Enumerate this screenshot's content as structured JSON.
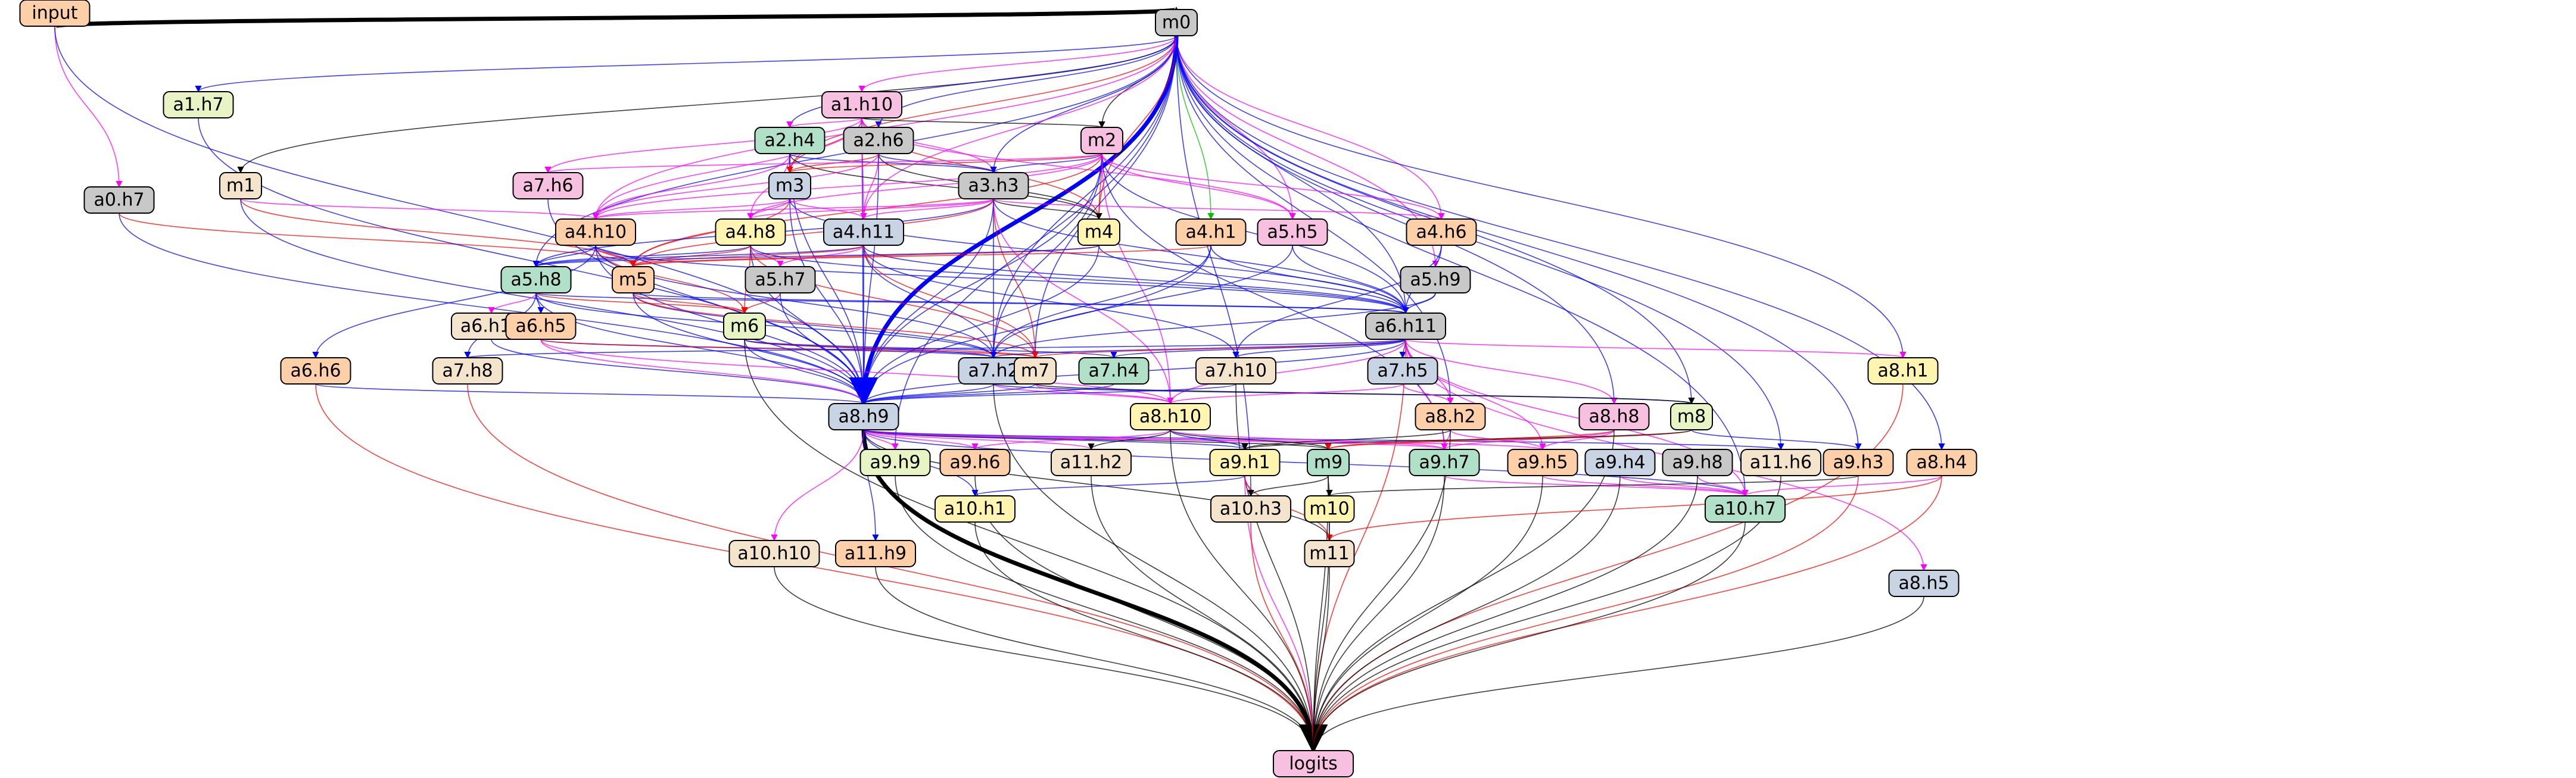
{
  "nodes": [
    {
      "id": "input",
      "label": "input",
      "color": "#ffcfa8"
    },
    {
      "id": "m0",
      "label": "m0",
      "color": "#c8c8c8"
    },
    {
      "id": "a0h7",
      "label": "a0.h7",
      "color": "#c8c8c8"
    },
    {
      "id": "a1h7",
      "label": "a1.h7",
      "color": "#e8f4c4"
    },
    {
      "id": "a1h10",
      "label": "a1.h10",
      "color": "#f8c0e0"
    },
    {
      "id": "m1",
      "label": "m1",
      "color": "#f4e4cc"
    },
    {
      "id": "a2h4",
      "label": "a2.h4",
      "color": "#b0e0c8"
    },
    {
      "id": "a2h6",
      "label": "a2.h6",
      "color": "#c8c8c8"
    },
    {
      "id": "m2",
      "label": "m2",
      "color": "#f8c0e0"
    },
    {
      "id": "m3",
      "label": "m3",
      "color": "#c8d4e4"
    },
    {
      "id": "a3h3",
      "label": "a3.h3",
      "color": "#c8c8c8"
    },
    {
      "id": "a7h6",
      "label": "a7.h6",
      "color": "#f8c0e0"
    },
    {
      "id": "a4h10",
      "label": "a4.h10",
      "color": "#ffcfa8"
    },
    {
      "id": "a4h8",
      "label": "a4.h8",
      "color": "#fff4b0"
    },
    {
      "id": "a4h11",
      "label": "a4.h11",
      "color": "#c8d4e4"
    },
    {
      "id": "m4",
      "label": "m4",
      "color": "#fff4b0"
    },
    {
      "id": "a4h1",
      "label": "a4.h1",
      "color": "#ffcfa8"
    },
    {
      "id": "a5h5",
      "label": "a5.h5",
      "color": "#f8c0e0"
    },
    {
      "id": "a4h6",
      "label": "a4.h6",
      "color": "#ffcfa8"
    },
    {
      "id": "a5h8",
      "label": "a5.h8",
      "color": "#b0e0c8"
    },
    {
      "id": "m5",
      "label": "m5",
      "color": "#ffcfa8"
    },
    {
      "id": "a5h7",
      "label": "a5.h7",
      "color": "#c8c8c8"
    },
    {
      "id": "a5h9",
      "label": "a5.h9",
      "color": "#c8c8c8"
    },
    {
      "id": "a6h10",
      "label": "a6.h10",
      "color": "#f4e4cc"
    },
    {
      "id": "a6h5",
      "label": "a6.h5",
      "color": "#ffcfa8"
    },
    {
      "id": "m6",
      "label": "m6",
      "color": "#e8f4c4"
    },
    {
      "id": "a6h11",
      "label": "a6.h11",
      "color": "#c8c8c8"
    },
    {
      "id": "a6h6",
      "label": "a6.h6",
      "color": "#ffcfa8"
    },
    {
      "id": "a7h8",
      "label": "a7.h8",
      "color": "#f4e4cc"
    },
    {
      "id": "a7h2",
      "label": "a7.h2",
      "color": "#c8d4e4"
    },
    {
      "id": "m7",
      "label": "m7",
      "color": "#f4e4cc"
    },
    {
      "id": "a7h4",
      "label": "a7.h4",
      "color": "#b0e0c8"
    },
    {
      "id": "a7h5",
      "label": "a7.h5",
      "color": "#c8d4e4"
    },
    {
      "id": "a7h10",
      "label": "a7.h10",
      "color": "#f4e4cc"
    },
    {
      "id": "a8h1",
      "label": "a8.h1",
      "color": "#fff4b0"
    },
    {
      "id": "a8h9",
      "label": "a8.h9",
      "color": "#c8d4e4"
    },
    {
      "id": "a8h10",
      "label": "a8.h10",
      "color": "#fff4b0"
    },
    {
      "id": "a8h2",
      "label": "a8.h2",
      "color": "#ffcfa8"
    },
    {
      "id": "a8h8",
      "label": "a8.h8",
      "color": "#f8c0e0"
    },
    {
      "id": "m8",
      "label": "m8",
      "color": "#e8f4c4"
    },
    {
      "id": "a9h9",
      "label": "a9.h9",
      "color": "#e8f4c4"
    },
    {
      "id": "a9h6",
      "label": "a9.h6",
      "color": "#ffcfa8"
    },
    {
      "id": "a11h2",
      "label": "a11.h2",
      "color": "#f4e4cc"
    },
    {
      "id": "a9h1",
      "label": "a9.h1",
      "color": "#fff4b0"
    },
    {
      "id": "m9",
      "label": "m9",
      "color": "#b0e0c8"
    },
    {
      "id": "a9h7",
      "label": "a9.h7",
      "color": "#b0e0c8"
    },
    {
      "id": "a9h5",
      "label": "a9.h5",
      "color": "#ffcfa8"
    },
    {
      "id": "a9h4",
      "label": "a9.h4",
      "color": "#c8d4e4"
    },
    {
      "id": "a9h8",
      "label": "a9.h8",
      "color": "#c8c8c8"
    },
    {
      "id": "a11h6",
      "label": "a11.h6",
      "color": "#f4e4cc"
    },
    {
      "id": "a9h3",
      "label": "a9.h3",
      "color": "#ffcfa8"
    },
    {
      "id": "a8h4",
      "label": "a8.h4",
      "color": "#ffcfa8"
    },
    {
      "id": "a10h1",
      "label": "a10.h1",
      "color": "#fff4b0"
    },
    {
      "id": "a10h3",
      "label": "a10.h3",
      "color": "#f4e4cc"
    },
    {
      "id": "m10",
      "label": "m10",
      "color": "#fff4b0"
    },
    {
      "id": "a10h7",
      "label": "a10.h7",
      "color": "#b0e0c8"
    },
    {
      "id": "a10h10",
      "label": "a10.h10",
      "color": "#f4e4cc"
    },
    {
      "id": "a11h9",
      "label": "a11.h9",
      "color": "#ffcfa8"
    },
    {
      "id": "m11",
      "label": "m11",
      "color": "#f4e4cc"
    },
    {
      "id": "a8h5",
      "label": "a8.h5",
      "color": "#c8d4e4"
    },
    {
      "id": "logits",
      "label": "logits",
      "color": "#f8c0e0"
    }
  ],
  "edges": [
    [
      "input",
      "m0",
      "#000000"
    ],
    [
      "input",
      "a0h7",
      "#ff00ff"
    ],
    [
      "input",
      "a8h9",
      "#0000ff"
    ],
    [
      "m0",
      "a8h9",
      "#0000ff"
    ],
    [
      "m0",
      "a1h7",
      "#0000ff"
    ],
    [
      "m0",
      "a1h10",
      "#ff00ff"
    ],
    [
      "m0",
      "m1",
      "#000000"
    ],
    [
      "m0",
      "a2h4",
      "#0000ff"
    ],
    [
      "m0",
      "a2h6",
      "#0000ff"
    ],
    [
      "m0",
      "m2",
      "#000000"
    ],
    [
      "m0",
      "m3",
      "#ff0000"
    ],
    [
      "m0",
      "a3h3",
      "#0000ff"
    ],
    [
      "m0",
      "m4",
      "#ff0000"
    ],
    [
      "m0",
      "a4h1",
      "#00c000"
    ],
    [
      "m0",
      "a5h5",
      "#ff00ff"
    ],
    [
      "m0",
      "a4h6",
      "#ff00ff"
    ],
    [
      "m0",
      "a5h9",
      "#ff00ff"
    ],
    [
      "m0",
      "a6h11",
      "#0000ff"
    ],
    [
      "m0",
      "a7h2",
      "#0000ff"
    ],
    [
      "m0",
      "a8h1",
      "#0000ff"
    ],
    [
      "m0",
      "m8",
      "#0000ff"
    ],
    [
      "m0",
      "a8h2",
      "#0000ff"
    ],
    [
      "m0",
      "a8h8",
      "#0000ff"
    ],
    [
      "m0",
      "a9h3",
      "#0000ff"
    ],
    [
      "m0",
      "a8h4",
      "#0000ff"
    ],
    [
      "m0",
      "a10h7",
      "#0000ff"
    ],
    [
      "m0",
      "a11h6",
      "#0000ff"
    ],
    [
      "m0",
      "a4h10",
      "#ff00ff"
    ],
    [
      "m0",
      "a5h8",
      "#0000ff"
    ],
    [
      "m0",
      "a9h9",
      "#0000ff"
    ],
    [
      "m0",
      "m7",
      "#0000ff"
    ],
    [
      "m0",
      "a4h11",
      "#ff00ff"
    ],
    [
      "m0",
      "a10h3",
      "#0000ff"
    ],
    [
      "a0h7",
      "a8h9",
      "#0000ff"
    ],
    [
      "a0h7",
      "m5",
      "#ff0000"
    ],
    [
      "a1h7",
      "a8h9",
      "#0000ff"
    ],
    [
      "a1h10",
      "m2",
      "#000000"
    ],
    [
      "a1h10",
      "a2h4",
      "#ff00ff"
    ],
    [
      "a1h10",
      "m3",
      "#ff0000"
    ],
    [
      "a1h10",
      "a3h3",
      "#ff00ff"
    ],
    [
      "a1h10",
      "a7h6",
      "#ff00ff"
    ],
    [
      "a1h10",
      "a4h10",
      "#ff00ff"
    ],
    [
      "a1h10",
      "m4",
      "#ff0000"
    ],
    [
      "a1h10",
      "a8h9",
      "#0000ff"
    ],
    [
      "a1h10",
      "a5h5",
      "#ff00ff"
    ],
    [
      "a1h10",
      "a4h11",
      "#ff00ff"
    ],
    [
      "m1",
      "a4h10",
      "#ff00ff"
    ],
    [
      "m1",
      "m5",
      "#ff0000"
    ],
    [
      "m1",
      "a8h9",
      "#0000ff"
    ],
    [
      "a2h4",
      "m3",
      "#000000"
    ],
    [
      "a2h4",
      "a3h3",
      "#0000ff"
    ],
    [
      "a2h4",
      "a4h10",
      "#ff00ff"
    ],
    [
      "a2h4",
      "a4h8",
      "#ff00ff"
    ],
    [
      "a2h4",
      "a8h9",
      "#0000ff"
    ],
    [
      "a2h4",
      "m4",
      "#000000"
    ],
    [
      "a2h6",
      "m3",
      "#ff0000"
    ],
    [
      "a2h6",
      "a3h3",
      "#0000ff"
    ],
    [
      "a2h6",
      "a4h11",
      "#ff00ff"
    ],
    [
      "a2h6",
      "a8h9",
      "#0000ff"
    ],
    [
      "a2h6",
      "m4",
      "#000000"
    ],
    [
      "a2h6",
      "a4h10",
      "#ff00ff"
    ],
    [
      "m2",
      "a3h3",
      "#0000ff"
    ],
    [
      "m2",
      "m3",
      "#ff0000"
    ],
    [
      "m2",
      "a7h6",
      "#ff00ff"
    ],
    [
      "m2",
      "a4h8",
      "#ff00ff"
    ],
    [
      "m2",
      "m4",
      "#ff0000"
    ],
    [
      "m2",
      "a5h5",
      "#ff00ff"
    ],
    [
      "m2",
      "a4h6",
      "#ff00ff"
    ],
    [
      "m2",
      "a6h11",
      "#0000ff"
    ],
    [
      "m2",
      "a7h2",
      "#0000ff"
    ],
    [
      "m2",
      "a8h9",
      "#0000ff"
    ],
    [
      "m2",
      "a9h7",
      "#0000ff"
    ],
    [
      "m2",
      "m5",
      "#ff0000"
    ],
    [
      "m2",
      "a8h10",
      "#ff00ff"
    ],
    [
      "m2",
      "a4h10",
      "#ff00ff"
    ],
    [
      "m3",
      "a4h10",
      "#ff00ff"
    ],
    [
      "m3",
      "a4h8",
      "#ff00ff"
    ],
    [
      "m3",
      "a4h11",
      "#ff00ff"
    ],
    [
      "m3",
      "m5",
      "#ff0000"
    ],
    [
      "m3",
      "a8h9",
      "#0000ff"
    ],
    [
      "m3",
      "a6h11",
      "#0000ff"
    ],
    [
      "a3h3",
      "a4h8",
      "#ff00ff"
    ],
    [
      "a3h3",
      "a4h11",
      "#ff00ff"
    ],
    [
      "a3h3",
      "m4",
      "#000000"
    ],
    [
      "a3h3",
      "a4h10",
      "#ff00ff"
    ],
    [
      "a3h3",
      "a5h8",
      "#0000ff"
    ],
    [
      "a3h3",
      "a7h2",
      "#0000ff"
    ],
    [
      "a3h3",
      "m7",
      "#ff0000"
    ],
    [
      "a3h3",
      "a8h9",
      "#0000ff"
    ],
    [
      "a3h3",
      "a8h10",
      "#ff00ff"
    ],
    [
      "a3h3",
      "a6h11",
      "#0000ff"
    ],
    [
      "a3h3",
      "a4h6",
      "#ff00ff"
    ],
    [
      "a3h3",
      "m5",
      "#ff0000"
    ],
    [
      "a7h6",
      "a8h9",
      "#0000ff"
    ],
    [
      "a4h10",
      "a5h8",
      "#0000ff"
    ],
    [
      "a4h10",
      "m5",
      "#ff0000"
    ],
    [
      "a4h10",
      "m6",
      "#ff0000"
    ],
    [
      "a4h10",
      "a6h6",
      "#0000ff"
    ],
    [
      "a4h10",
      "a8h9",
      "#0000ff"
    ],
    [
      "a4h10",
      "a7h2",
      "#0000ff"
    ],
    [
      "a4h10",
      "a6h11",
      "#0000ff"
    ],
    [
      "a4h8",
      "a5h8",
      "#0000ff"
    ],
    [
      "a4h8",
      "m5",
      "#ff0000"
    ],
    [
      "a4h8",
      "a5h7",
      "#ff00ff"
    ],
    [
      "a4h8",
      "m6",
      "#ff0000"
    ],
    [
      "a4h8",
      "a8h9",
      "#0000ff"
    ],
    [
      "a4h8",
      "m7",
      "#ff0000"
    ],
    [
      "a4h8",
      "a6h11",
      "#0000ff"
    ],
    [
      "a4h11",
      "a5h8",
      "#0000ff"
    ],
    [
      "a4h11",
      "m5",
      "#ff0000"
    ],
    [
      "a4h11",
      "a5h7",
      "#ff00ff"
    ],
    [
      "a4h11",
      "a7h2",
      "#0000ff"
    ],
    [
      "a4h11",
      "a8h9",
      "#0000ff"
    ],
    [
      "a4h11",
      "a6h11",
      "#0000ff"
    ],
    [
      "a4h11",
      "a7h10",
      "#0000ff"
    ],
    [
      "a4h11",
      "m7",
      "#ff0000"
    ],
    [
      "m4",
      "m5",
      "#ff0000"
    ],
    [
      "m4",
      "a5h8",
      "#0000ff"
    ],
    [
      "m4",
      "a8h9",
      "#0000ff"
    ],
    [
      "m4",
      "a6h11",
      "#0000ff"
    ],
    [
      "a4h1",
      "m5",
      "#ff0000"
    ],
    [
      "a4h1",
      "a7h2",
      "#0000ff"
    ],
    [
      "a4h1",
      "a8h9",
      "#0000ff"
    ],
    [
      "a4h1",
      "a6h11",
      "#0000ff"
    ],
    [
      "a5h5",
      "a7h2",
      "#0000ff"
    ],
    [
      "a5h5",
      "a6h11",
      "#0000ff"
    ],
    [
      "a4h6",
      "a6h11",
      "#0000ff"
    ],
    [
      "a4h6",
      "a7h10",
      "#0000ff"
    ],
    [
      "a5h8",
      "a6h10",
      "#ff00ff"
    ],
    [
      "a5h8",
      "a6h5",
      "#0000ff"
    ],
    [
      "a5h8",
      "a7h8",
      "#0000ff"
    ],
    [
      "a5h8",
      "a7h2",
      "#0000ff"
    ],
    [
      "a5h8",
      "a8h9",
      "#0000ff"
    ],
    [
      "a5h8",
      "a6h11",
      "#0000ff"
    ],
    [
      "a5h8",
      "m6",
      "#ff0000"
    ],
    [
      "m5",
      "m6",
      "#ff0000"
    ],
    [
      "m5",
      "a7h2",
      "#0000ff"
    ],
    [
      "m5",
      "m7",
      "#ff0000"
    ],
    [
      "m5",
      "a6h11",
      "#0000ff"
    ],
    [
      "m5",
      "a8h9",
      "#0000ff"
    ],
    [
      "a5h7",
      "m6",
      "#ff0000"
    ],
    [
      "a5h7",
      "a8h9",
      "#0000ff"
    ],
    [
      "a5h9",
      "a6h11",
      "#0000ff"
    ],
    [
      "a5h9",
      "a7h2",
      "#0000ff"
    ],
    [
      "a6h10",
      "a8h9",
      "#0000ff"
    ],
    [
      "a6h5",
      "a7h2",
      "#0000ff"
    ],
    [
      "a6h5",
      "a8h9",
      "#ff00ff"
    ],
    [
      "a6h5",
      "a8h10",
      "#ff00ff"
    ],
    [
      "a6h5",
      "m7",
      "#ff0000"
    ],
    [
      "m6",
      "a7h2",
      "#0000ff"
    ],
    [
      "m6",
      "m7",
      "#ff0000"
    ],
    [
      "m6",
      "a8h9",
      "#0000ff"
    ],
    [
      "m6",
      "a7h4",
      "#0000ff"
    ],
    [
      "m6",
      "logits",
      "#000000"
    ],
    [
      "a6h11",
      "a7h2",
      "#0000ff"
    ],
    [
      "a6h11",
      "m7",
      "#ff0000"
    ],
    [
      "a6h11",
      "a7h4",
      "#0000ff"
    ],
    [
      "a6h11",
      "a7h5",
      "#0000ff"
    ],
    [
      "a6h11",
      "a7h10",
      "#0000ff"
    ],
    [
      "a6h11",
      "a8h1",
      "#ff00ff"
    ],
    [
      "a6h11",
      "a8h9",
      "#0000ff"
    ],
    [
      "a6h11",
      "a8h10",
      "#ff00ff"
    ],
    [
      "a6h11",
      "a8h2",
      "#ff00ff"
    ],
    [
      "a6h11",
      "a8h8",
      "#ff00ff"
    ],
    [
      "a6h11",
      "a9h7",
      "#ff00ff"
    ],
    [
      "a6h11",
      "a9h5",
      "#ff00ff"
    ],
    [
      "a6h11",
      "a10h7",
      "#ff00ff"
    ],
    [
      "a6h11",
      "a8h5",
      "#ff00ff"
    ],
    [
      "a6h11",
      "logits",
      "#ff0000"
    ],
    [
      "a6h11",
      "a7h8",
      "#0000ff"
    ],
    [
      "a6h6",
      "logits",
      "#ff0000"
    ],
    [
      "a6h6",
      "a8h9",
      "#0000ff"
    ],
    [
      "a7h8",
      "logits",
      "#ff0000"
    ],
    [
      "a7h2",
      "a8h9",
      "#0000ff"
    ],
    [
      "a7h2",
      "a8h10",
      "#ff00ff"
    ],
    [
      "a7h2",
      "logits",
      "#000000"
    ],
    [
      "a7h2",
      "m8",
      "#0000ff"
    ],
    [
      "m7",
      "a8h9",
      "#0000ff"
    ],
    [
      "m7",
      "a8h10",
      "#ff00ff"
    ],
    [
      "m7",
      "m8",
      "#000000"
    ],
    [
      "a7h4",
      "a8h9",
      "#0000ff"
    ],
    [
      "a7h5",
      "a8h10",
      "#ff00ff"
    ],
    [
      "a7h5",
      "a8h2",
      "#ff00ff"
    ],
    [
      "a7h10",
      "a8h9",
      "#0000ff"
    ],
    [
      "a7h10",
      "logits",
      "#000000"
    ],
    [
      "a8h1",
      "logits",
      "#ff0000"
    ],
    [
      "a8h9",
      "logits",
      "#000000"
    ],
    [
      "a8h9",
      "a9h9",
      "#ff00ff"
    ],
    [
      "a8h9",
      "a9h6",
      "#ff00ff"
    ],
    [
      "a8h9",
      "a11h2",
      "#ff00ff"
    ],
    [
      "a8h9",
      "a9h1",
      "#0000ff"
    ],
    [
      "a8h9",
      "m9",
      "#000000"
    ],
    [
      "a8h9",
      "a9h7",
      "#ff00ff"
    ],
    [
      "a8h9",
      "a9h5",
      "#ff00ff"
    ],
    [
      "a8h9",
      "a10h1",
      "#0000ff"
    ],
    [
      "a8h9",
      "a10h10",
      "#ff00ff"
    ],
    [
      "a8h9",
      "a11h9",
      "#0000ff"
    ],
    [
      "a8h9",
      "m11",
      "#000000"
    ],
    [
      "a8h9",
      "a11h6",
      "#0000ff"
    ],
    [
      "a8h9",
      "a10h7",
      "#0000ff"
    ],
    [
      "a8h10",
      "a9h1",
      "#0000ff"
    ],
    [
      "a8h10",
      "m9",
      "#000000"
    ],
    [
      "a8h10",
      "a9h7",
      "#ff00ff"
    ],
    [
      "a8h10",
      "a9h6",
      "#ff00ff"
    ],
    [
      "a8h10",
      "a11h2",
      "#000000"
    ],
    [
      "a8h10",
      "logits",
      "#000000"
    ],
    [
      "a8h2",
      "a9h1",
      "#000000"
    ],
    [
      "a8h2",
      "a9h7",
      "#ff00ff"
    ],
    [
      "a8h2",
      "a9h5",
      "#ff00ff"
    ],
    [
      "a8h2",
      "logits",
      "#000000"
    ],
    [
      "a8h8",
      "a9h7",
      "#ff00ff"
    ],
    [
      "a8h8",
      "m9",
      "#ff0000"
    ],
    [
      "a8h8",
      "a9h5",
      "#ff00ff"
    ],
    [
      "a8h8",
      "logits",
      "#000000"
    ],
    [
      "m8",
      "a9h3",
      "#0000ff"
    ],
    [
      "m8",
      "m9",
      "#ff0000"
    ],
    [
      "m8",
      "a9h1",
      "#000000"
    ],
    [
      "a9h9",
      "logits",
      "#000000"
    ],
    [
      "a9h6",
      "logits",
      "#000000"
    ],
    [
      "a11h2",
      "logits",
      "#000000"
    ],
    [
      "a9h1",
      "a10h1",
      "#0000ff"
    ],
    [
      "a9h1",
      "a10h3",
      "#ff00ff"
    ],
    [
      "a9h1",
      "m11",
      "#ff0000"
    ],
    [
      "a9h1",
      "logits",
      "#ff00ff"
    ],
    [
      "m9",
      "a10h3",
      "#000000"
    ],
    [
      "m9",
      "m10",
      "#000000"
    ],
    [
      "m9",
      "logits",
      "#000000"
    ],
    [
      "a9h7",
      "logits",
      "#000000"
    ],
    [
      "a9h7",
      "a10h7",
      "#ff00ff"
    ],
    [
      "a9h5",
      "logits",
      "#000000"
    ],
    [
      "a9h5",
      "a10h7",
      "#ff00ff"
    ],
    [
      "a9h4",
      "logits",
      "#000000"
    ],
    [
      "a9h4",
      "a10h7",
      "#ff00ff"
    ],
    [
      "a9h8",
      "a10h7",
      "#ff00ff"
    ],
    [
      "a9h8",
      "logits",
      "#000000"
    ],
    [
      "a11h6",
      "logits",
      "#000000"
    ],
    [
      "a9h3",
      "m10",
      "#000000"
    ],
    [
      "a9h3",
      "logits",
      "#ff0000"
    ],
    [
      "a8h4",
      "a10h7",
      "#ff00ff"
    ],
    [
      "a8h4",
      "m11",
      "#ff0000"
    ],
    [
      "a8h4",
      "logits",
      "#ff0000"
    ],
    [
      "a10h1",
      "logits",
      "#000000"
    ],
    [
      "a10h3",
      "logits",
      "#ff0000"
    ],
    [
      "m10",
      "m11",
      "#ff0000"
    ],
    [
      "m10",
      "logits",
      "#000000"
    ],
    [
      "a10h7",
      "logits",
      "#000000"
    ],
    [
      "a10h10",
      "logits",
      "#000000"
    ],
    [
      "a11h9",
      "logits",
      "#000000"
    ],
    [
      "m11",
      "logits",
      "#000000"
    ],
    [
      "a8h5",
      "logits",
      "#000000"
    ]
  ],
  "thick_edges": [
    [
      "input",
      "m0"
    ],
    [
      "m0",
      "a8h9"
    ],
    [
      "a8h9",
      "logits"
    ]
  ]
}
